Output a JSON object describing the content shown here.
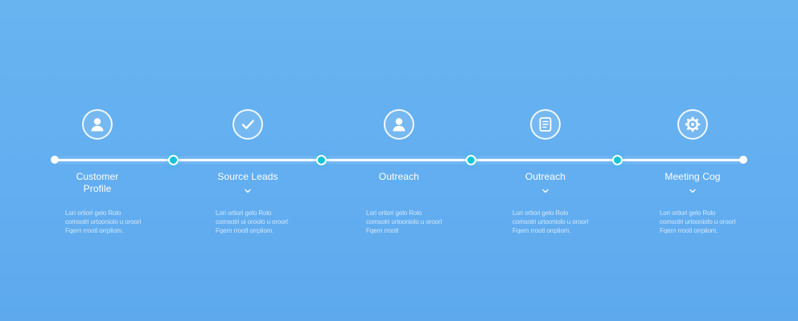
{
  "steps": [
    {
      "label": "Customer Profile",
      "icon": "user-icon",
      "description": "Lori ortiori gelo Rolo comsotri urtooniolo u oroorl Fqern rrootl orrpliom."
    },
    {
      "label": "Source Leads",
      "icon": "checkmark-icon",
      "description": "Lori ortiori gelo Rolo comsotri ui oroolo u oroorl Fqern rrootl orrpliom."
    },
    {
      "label": "Outreach",
      "icon": "user-icon",
      "description": "Lori ortiori gelo Rolo comsotri urtooniolo u oroorl Fqern rrootl"
    },
    {
      "label": "Outreach",
      "icon": "document-icon",
      "description": "Lori ortiori gelo Rolo comsotri urtooniolo u oroorl Fqern rrootl orrpliom."
    },
    {
      "label": "Meeting Cog",
      "icon": "gear-icon",
      "description": "Lori ortiori gelo Rolo comsotri urtooniolo u oroorl Fqern rrootl orrpliom."
    }
  ],
  "colors": {
    "background": "#64b0f0",
    "node": "#13c6dc",
    "line": "#ffffff"
  }
}
